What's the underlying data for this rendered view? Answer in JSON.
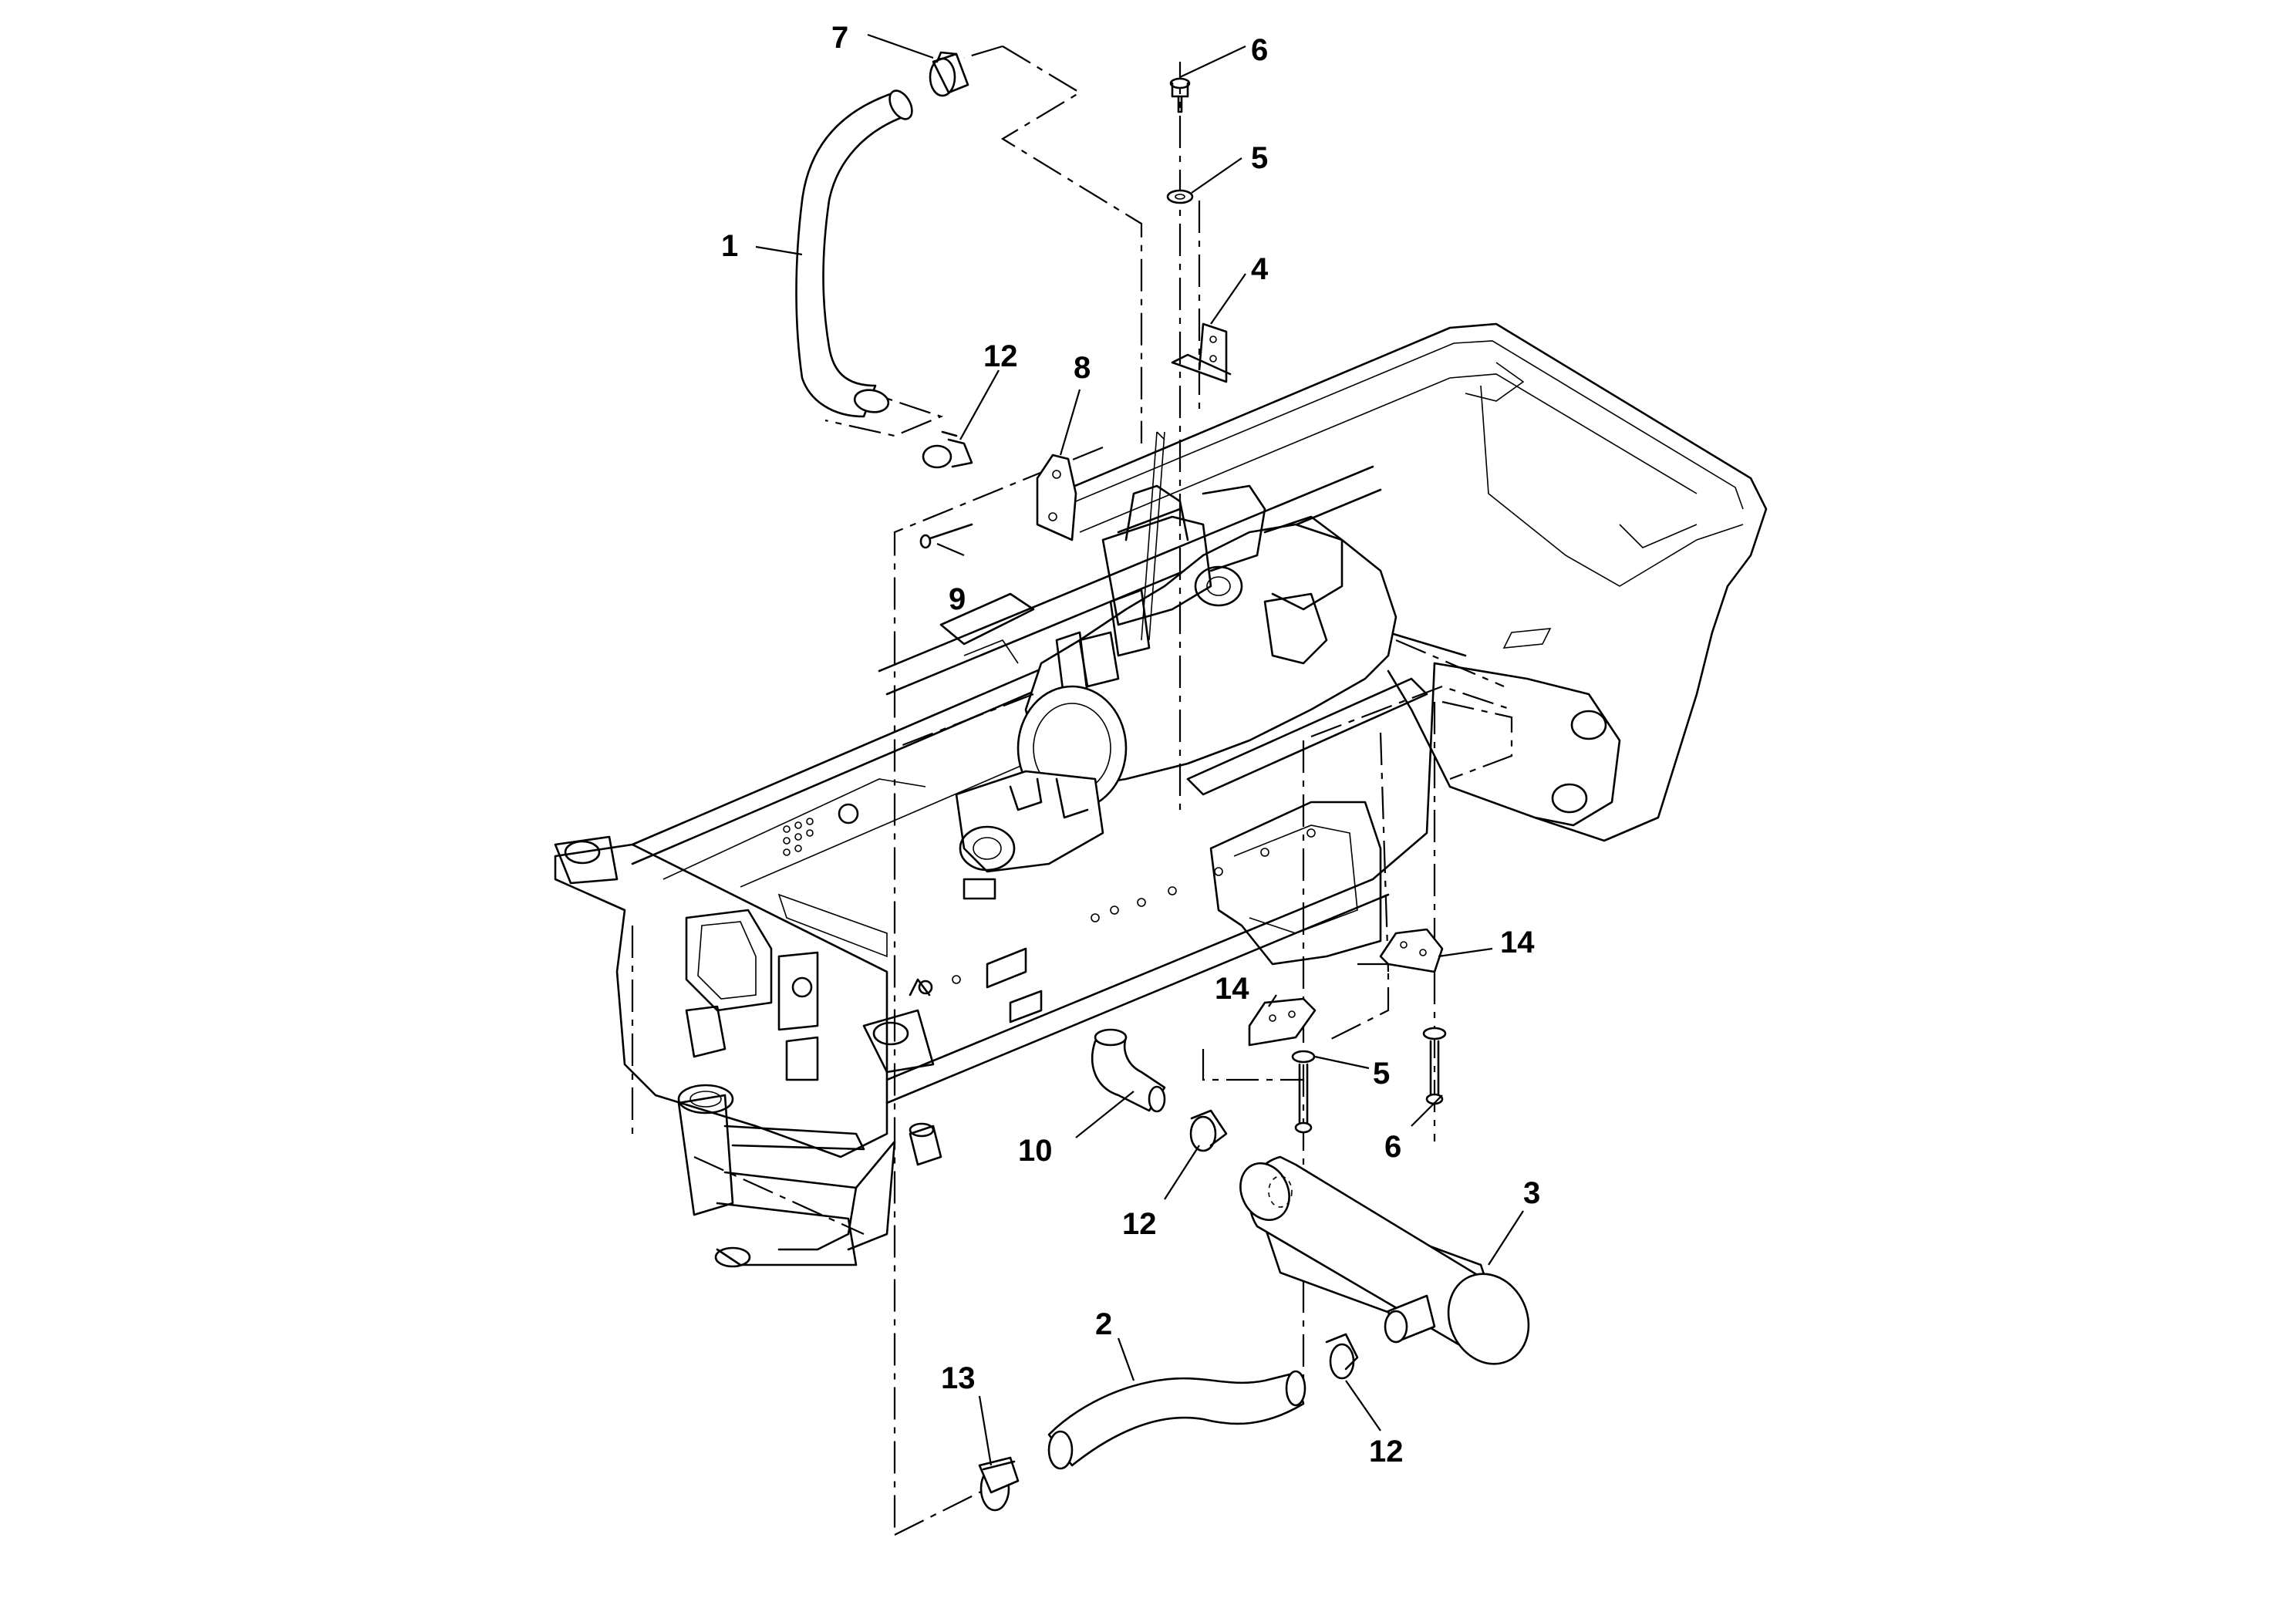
{
  "callouts": [
    {
      "id": "c7",
      "label": "7"
    },
    {
      "id": "c6a",
      "label": "6"
    },
    {
      "id": "c5a",
      "label": "5"
    },
    {
      "id": "c4",
      "label": "4"
    },
    {
      "id": "c1",
      "label": "1"
    },
    {
      "id": "c12a",
      "label": "12"
    },
    {
      "id": "c8",
      "label": "8"
    },
    {
      "id": "c9",
      "label": "9"
    },
    {
      "id": "c14a",
      "label": "14"
    },
    {
      "id": "c14b",
      "label": "14"
    },
    {
      "id": "c5b",
      "label": "5"
    },
    {
      "id": "c6b",
      "label": "6"
    },
    {
      "id": "c10",
      "label": "10"
    },
    {
      "id": "c12b",
      "label": "12"
    },
    {
      "id": "c3",
      "label": "3"
    },
    {
      "id": "c2",
      "label": "2"
    },
    {
      "id": "c13",
      "label": "13"
    },
    {
      "id": "c12c",
      "label": "12"
    }
  ]
}
